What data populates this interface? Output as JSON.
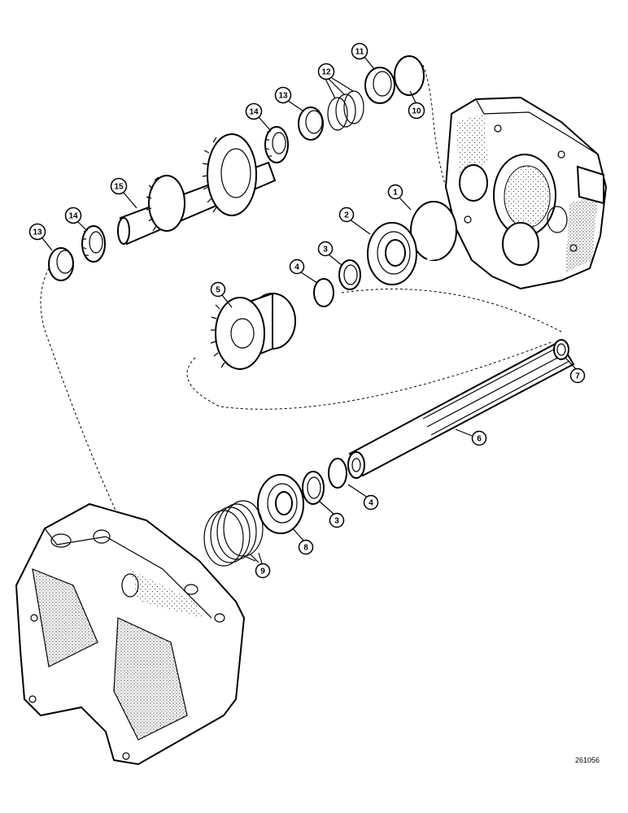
{
  "diagram": {
    "reference_number": "261056",
    "callouts": {
      "c1": "1",
      "c2": "2",
      "c3a": "3",
      "c3b": "3",
      "c4a": "4",
      "c4b": "4",
      "c5": "5",
      "c6": "6",
      "c7": "7",
      "c8": "8",
      "c9": "9",
      "c10": "10",
      "c11": "11",
      "c12": "12",
      "c13a": "13",
      "c13b": "13",
      "c14a": "14",
      "c14b": "14",
      "c15": "15"
    }
  }
}
